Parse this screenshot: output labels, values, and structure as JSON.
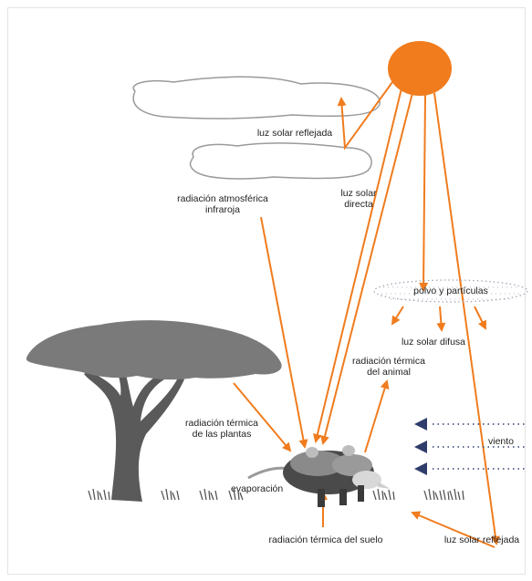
{
  "labels": {
    "reflected_top": "luz solar reflejada",
    "atmospheric_1": "radiación atmosférica",
    "atmospheric_2": "infraroja",
    "direct_1": "luz solar",
    "direct_2": "directa",
    "dust": "polvo y partículas",
    "diffuse": "luz solar difusa",
    "animal_1": "radiación térmica",
    "animal_2": "del animal",
    "plants_1": "radiación térmica",
    "plants_2": "de las plantas",
    "wind": "viento",
    "evaporation": "evaporación",
    "ground": "radiación térmica del suelo",
    "reflected_bottom": "luz solar reflejada"
  },
  "colors": {
    "sun": "#f07c1e",
    "arrow": "#f07c1e",
    "cloud_outline": "#9a9a9a",
    "tree_canopy": "#7a7a7a",
    "tree_trunk": "#5a5a5a",
    "wind_arrow": "#2f3d6b",
    "grass": "#555555"
  }
}
